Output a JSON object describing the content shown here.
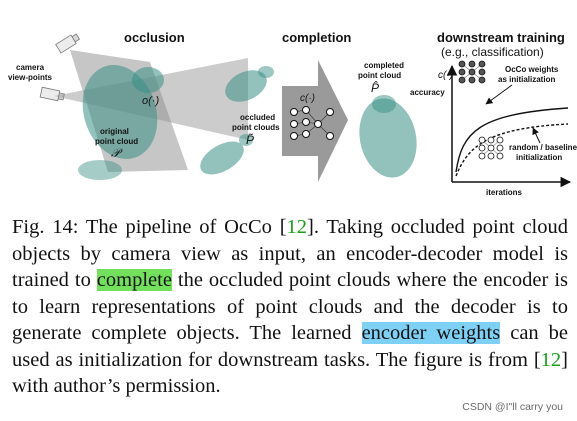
{
  "figure": {
    "titles": {
      "occlusion": "occlusion",
      "completion": "completion",
      "downstream": "downstream training",
      "downstream_sub": "(e.g., classification)"
    },
    "labels": {
      "camera": [
        "camera",
        "view-points"
      ],
      "occlusion_fn": "o(·)",
      "original": [
        "original",
        "point cloud",
        "𝒫"
      ],
      "occluded": [
        "occluded",
        "point clouds",
        "P̃"
      ],
      "completion_fn": "c(·)",
      "completed": [
        "completed",
        "point cloud",
        "P̂"
      ],
      "encoder_fn": "c(·)",
      "accuracy": "accuracy",
      "occo_weights": [
        "OcCo weights",
        "as initialization"
      ],
      "random": [
        "random / baseline",
        "initialization"
      ],
      "iterations": "iterations"
    }
  },
  "caption": {
    "seg1": "Fig. 14: The pipeline of OcCo [",
    "ref1": "12",
    "seg2": "]. Taking occluded point cloud objects by camera view as input, an encoder-decoder model is trained to ",
    "hl1": "complete",
    "seg3": " the occluded point clouds where the encoder is to learn representations of point clouds and the decoder is to generate complete objects. The learned ",
    "hl2": "encoder weights",
    "seg4": " can be used as initialization for downstream tasks. The figure is from [",
    "ref2": "12",
    "seg5": "] with author’s permission."
  },
  "watermark": "CSDN @I\"ll  carry  you",
  "colors": {
    "highlight_green": "#72e05c",
    "highlight_blue": "#7fd0f5",
    "ref_green": "#19a019",
    "point_cloud": "#3a8f86"
  }
}
